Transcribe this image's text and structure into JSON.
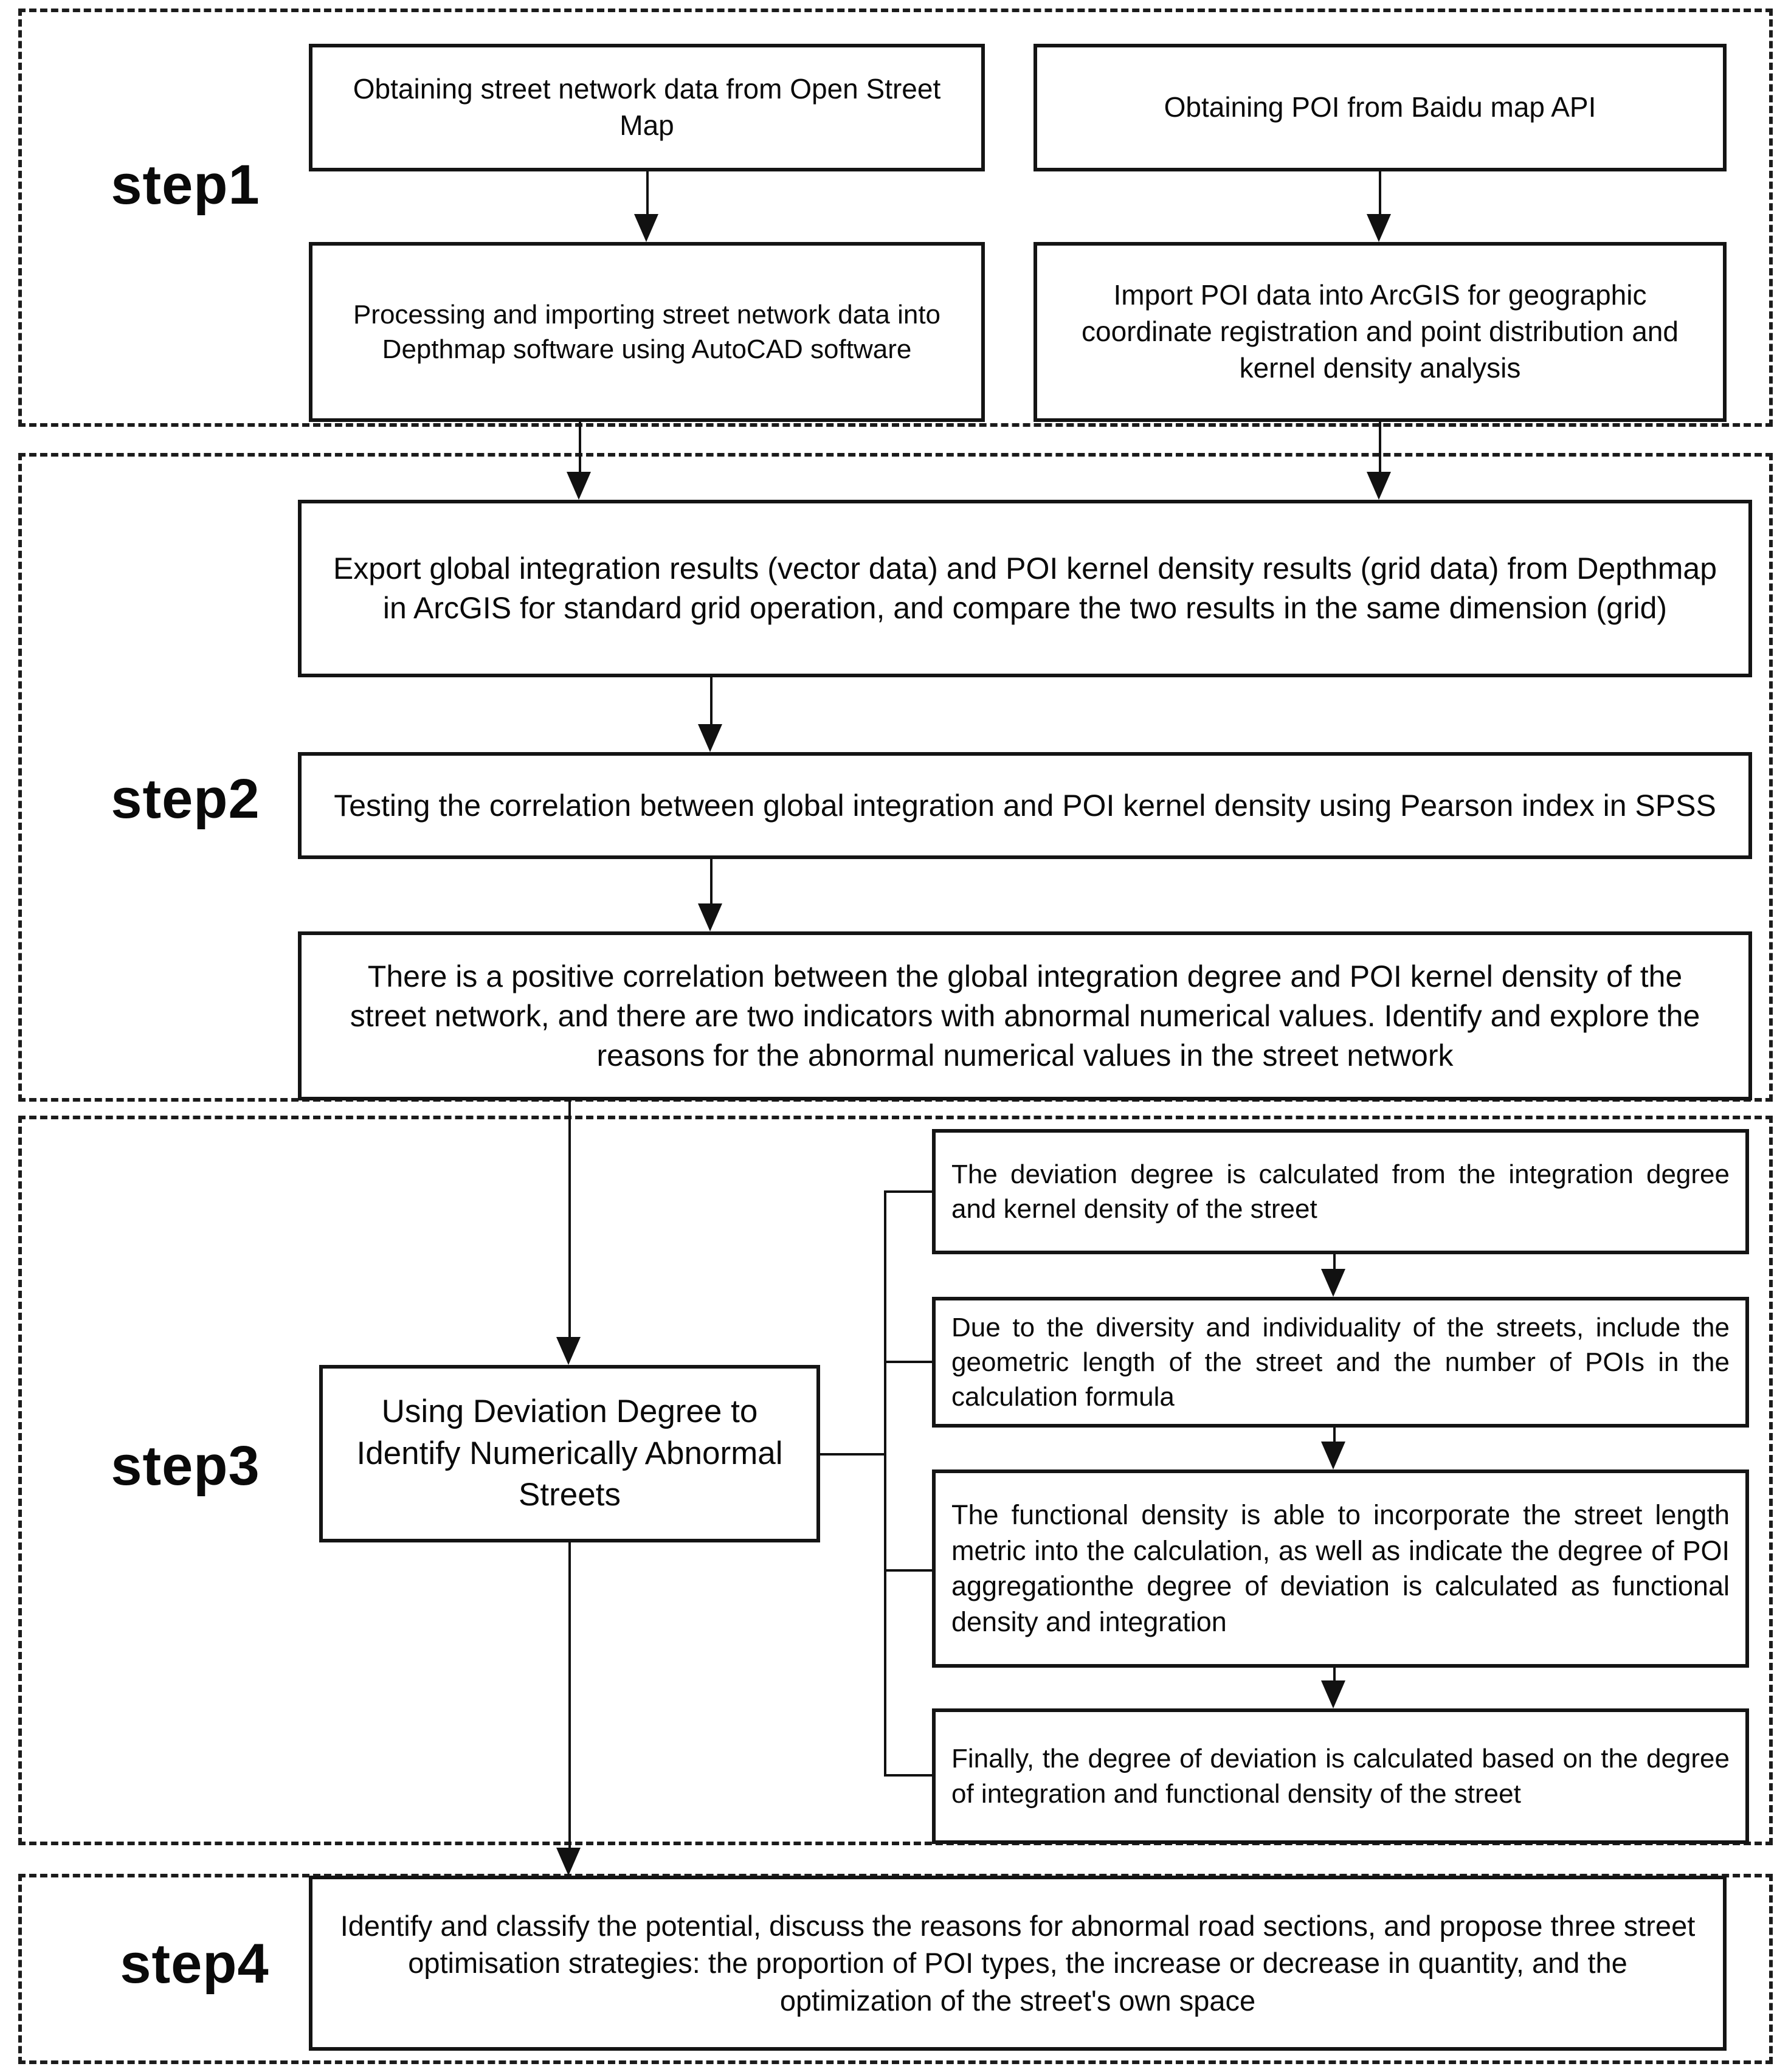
{
  "labels": {
    "step1": "step1",
    "step2": "step2",
    "step3": "step3",
    "step4": "step4"
  },
  "boxes": {
    "osm": "Obtaining street network data from Open Street Map",
    "baidu_poi": "Obtaining POI from Baidu map API",
    "depthmap_import": "Processing and importing street network data into Depthmap software using AutoCAD software",
    "arcgis_import": "Import POI data into ArcGIS for geographic coordinate registration and point distribution and kernel density analysis",
    "export_compare": "Export global integration results (vector data) and POI kernel density results (grid data) from Depthmap in ArcGIS for standard grid operation, and compare the two results in the same dimension (grid)",
    "pearson_test": "Testing the correlation between global integration and POI kernel density using Pearson index in SPSS",
    "positive_correlation": "There is a positive correlation between the global integration degree and POI kernel density of the street network, and there are two indicators with abnormal numerical values. Identify and explore the reasons for the abnormal numerical values in the street network",
    "deviation_degree": "Using Deviation Degree to Identify Numerically Abnormal Streets",
    "deviation_calc": "The deviation degree is calculated from the integration degree and kernel density of the street",
    "diversity": "Due to the diversity and individuality of the streets, include the geometric length of the street and the number of POIs in the calculation formula",
    "functional_density": "The functional density is able to incorporate the street length metric into the calculation, as well as indicate the degree of POI aggregationthe degree of deviation is calculated as functional density and integration",
    "final_deviation": "Finally, the degree of deviation is calculated based on the degree of integration and functional density of the street",
    "identify_classify": "Identify and classify the potential, discuss the reasons for abnormal road sections, and propose three street optimisation strategies: the proportion of POI types, the increase or decrease in quantity, and the optimization of the street's own space"
  }
}
